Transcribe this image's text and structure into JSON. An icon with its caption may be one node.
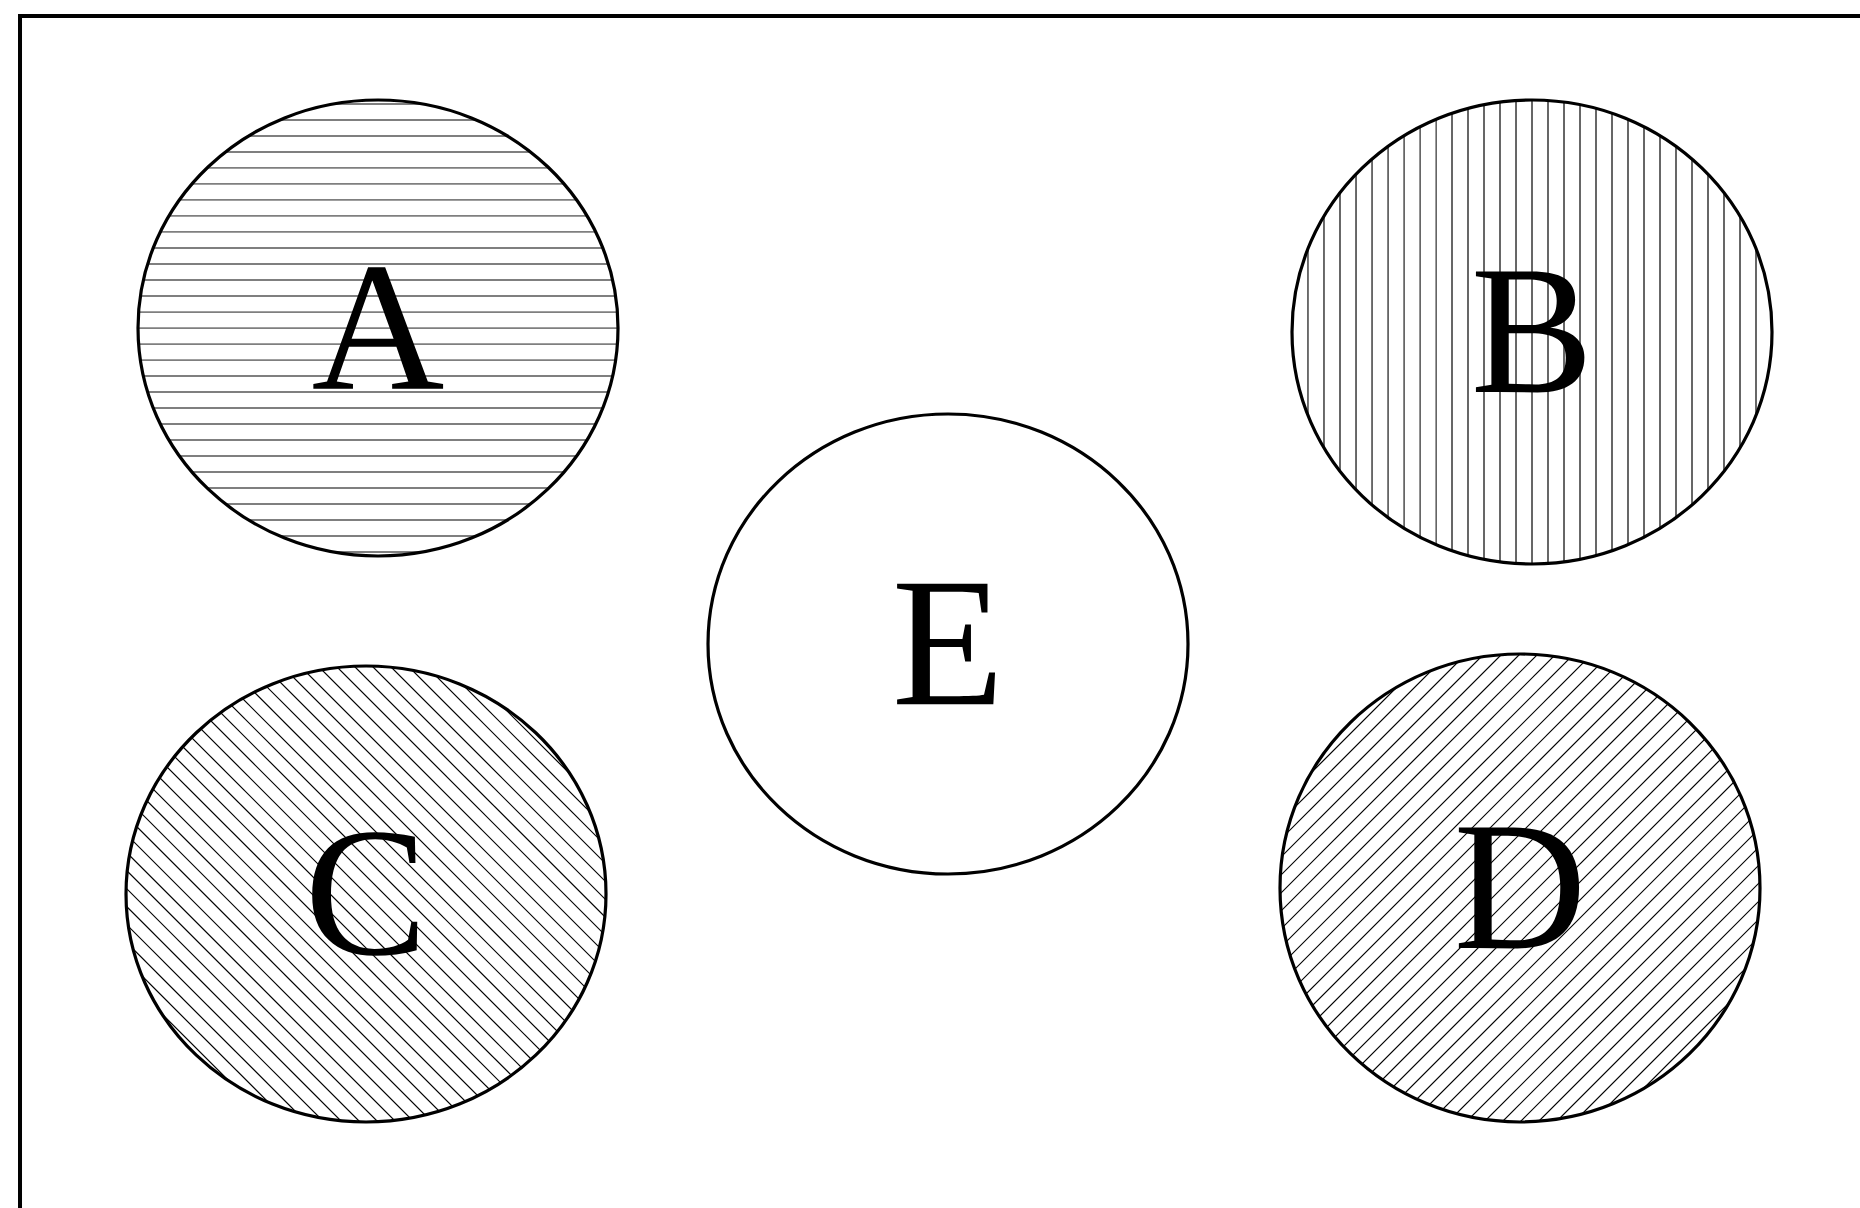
{
  "diagram": {
    "nodes": [
      {
        "text": [
          "A"
        ]
      },
      {
        "text": [
          "B"
        ]
      },
      {
        "text": [
          "E"
        ]
      },
      {
        "text": [
          "C"
        ]
      },
      {
        "text": [
          "D"
        ]
      }
    ]
  }
}
